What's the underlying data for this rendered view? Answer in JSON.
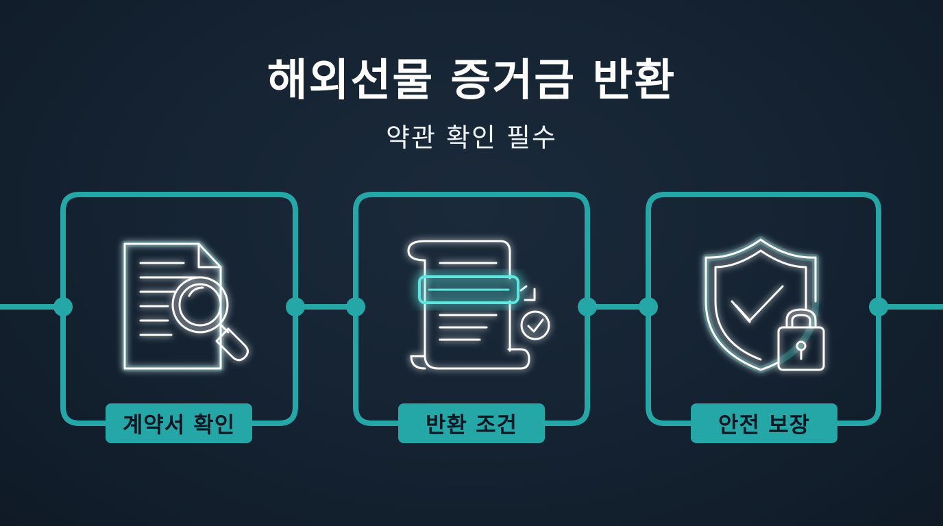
{
  "title": "해외선물 증거금 반환",
  "subtitle": "약관 확인 필수",
  "steps": [
    {
      "label": "계약서 확인",
      "icon": "document-search-icon"
    },
    {
      "label": "반환 조건",
      "icon": "scroll-check-icon"
    },
    {
      "label": "안전 보장",
      "icon": "shield-lock-icon"
    }
  ],
  "colors": {
    "accent": "#25a7a8",
    "glow": "#5fe6e0",
    "background": "#142231",
    "text": "#ffffff"
  }
}
